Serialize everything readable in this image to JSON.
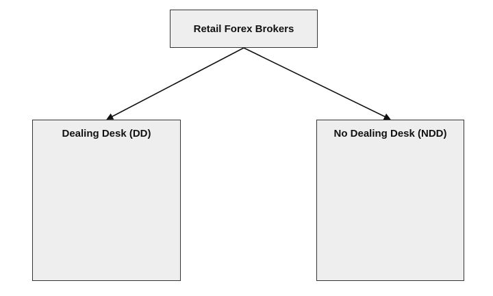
{
  "diagram": {
    "root": {
      "label": "Retail Forex Brokers"
    },
    "children": [
      {
        "label": "Dealing Desk (DD)"
      },
      {
        "label": "No Dealing Desk (NDD)"
      }
    ]
  },
  "colors": {
    "box_fill": "#eeeeee",
    "box_border": "#333333",
    "connector": "#111111",
    "background": "#ffffff"
  }
}
